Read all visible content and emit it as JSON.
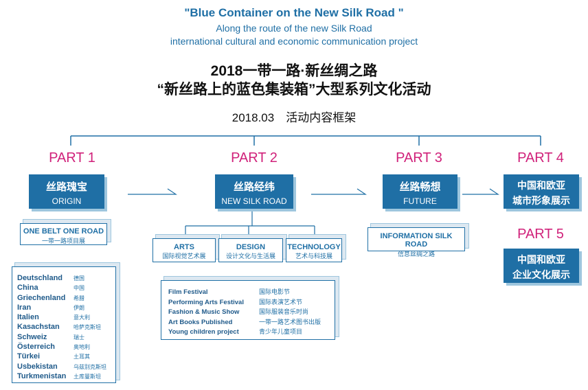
{
  "header": {
    "title_en": "\"Blue Container on the New Silk Road \"",
    "subtitle_en_1": "Along the route of the new Silk Road",
    "subtitle_en_2": "international cultural and economic communication project",
    "title_cn_1": "2018一带一路·新丝绸之路",
    "title_cn_2": "“新丝路上的蓝色集装箱”大型系列文化活动",
    "framework": "2018.03　活动内容框架"
  },
  "parts": [
    {
      "label": "PART 1",
      "box_cn": "丝路瑰宝",
      "box_en": "ORIGIN"
    },
    {
      "label": "PART 2",
      "box_cn": "丝路经纬",
      "box_en": "NEW SILK ROAD"
    },
    {
      "label": "PART 3",
      "box_cn": "丝路畅想",
      "box_en": "FUTURE"
    },
    {
      "label": "PART 4",
      "box_cn_1": "中国和欧亚",
      "box_cn_2": "城市形象展示"
    },
    {
      "label": "PART 5",
      "box_cn_1": "中国和欧亚",
      "box_cn_2": "企业文化展示"
    }
  ],
  "part1_sub": {
    "en": "ONE BELT ONE ROAD",
    "cn": "一带一路项目展"
  },
  "countries": [
    {
      "en": "Deutschland",
      "cn": "德国"
    },
    {
      "en": "China",
      "cn": "中国"
    },
    {
      "en": "Griechenland",
      "cn": "希腊"
    },
    {
      "en": "Iran",
      "cn": "伊朗"
    },
    {
      "en": "Italien",
      "cn": "意大利"
    },
    {
      "en": "Kasachstan",
      "cn": "哈萨克斯坦"
    },
    {
      "en": "Schweiz",
      "cn": "瑞士"
    },
    {
      "en": "Österreich",
      "cn": "奥地利"
    },
    {
      "en": "Türkei",
      "cn": "土耳其"
    },
    {
      "en": "Usbekistan",
      "cn": "乌兹别克斯坦"
    },
    {
      "en": "Turkmenistan",
      "cn": "土库曼斯坦"
    }
  ],
  "part2_subs": [
    {
      "en": "ARTS",
      "cn": "国际视觉艺术展"
    },
    {
      "en": "DESIGN",
      "cn": "设计文化与生活展"
    },
    {
      "en": "TECHNOLOGY",
      "cn": "艺术与科技展"
    }
  ],
  "events": [
    {
      "en": "Film Festival",
      "cn": "国际电影节"
    },
    {
      "en": "Performing Arts Festival",
      "cn": "国际表演艺术节"
    },
    {
      "en": "Fashion & Music Show",
      "cn": "国际服装音乐时尚"
    },
    {
      "en": "Art Books Published",
      "cn": "一带一路艺术图书出版"
    },
    {
      "en": "Young children project",
      "cn": "青少年儿童项目"
    }
  ],
  "part3_sub": {
    "en": "INFORMATION SILK ROAD",
    "cn": "信息丝绸之路"
  },
  "colors": {
    "primary_blue": "#1f6fa5",
    "part_magenta": "#d0217a",
    "shadow_blue": "#9ec6de"
  }
}
